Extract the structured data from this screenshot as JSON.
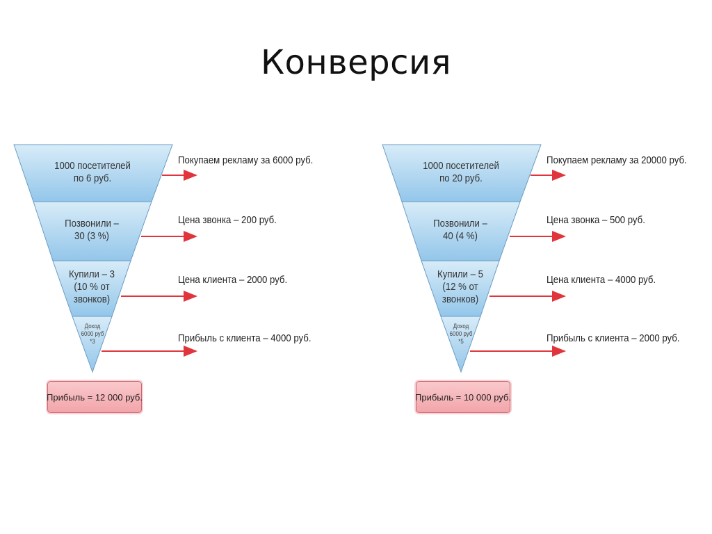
{
  "title": "Конверсия",
  "funnels": [
    {
      "stages": [
        {
          "line1": "1000 посетителей",
          "line2": "по 6 руб."
        },
        {
          "line1": "Позвонили –",
          "line2": "30 (3 %)"
        },
        {
          "line1": "Купили – 3",
          "line2": "(10 % от",
          "line3": "звонков)"
        },
        {
          "line1": "Доход",
          "line2": "6000 руб",
          "line3": "*3"
        }
      ],
      "notes": [
        "Покупаем рекламу за 6000 руб.",
        "Цена звонка – 200 руб.",
        "Цена клиента – 2000 руб.",
        "Прибыль с  клиента – 4000 руб."
      ],
      "result": "Прибыль = 12 000 руб."
    },
    {
      "stages": [
        {
          "line1": "1000 посетителей",
          "line2": "по 20 руб."
        },
        {
          "line1": "Позвонили –",
          "line2": "40 (4 %)"
        },
        {
          "line1": "Купили – 5",
          "line2": "(12 % от",
          "line3": "звонков)"
        },
        {
          "line1": "Доход",
          "line2": "6000 руб",
          "line3": "*5"
        }
      ],
      "notes": [
        "Покупаем рекламу за 20000 руб.",
        "Цена звонка – 500 руб.",
        "Цена клиента – 4000 руб.",
        "Прибыль с  клиента – 2000 руб."
      ],
      "result": "Прибыль = 10 000 руб."
    }
  ],
  "colors": {
    "funnel_top": "#cfe6f5",
    "funnel_bottom": "#8fc3e8",
    "funnel_stroke": "#6a9cc4",
    "arrow": "#e0353d",
    "result_fill": "#f4b0b5"
  }
}
